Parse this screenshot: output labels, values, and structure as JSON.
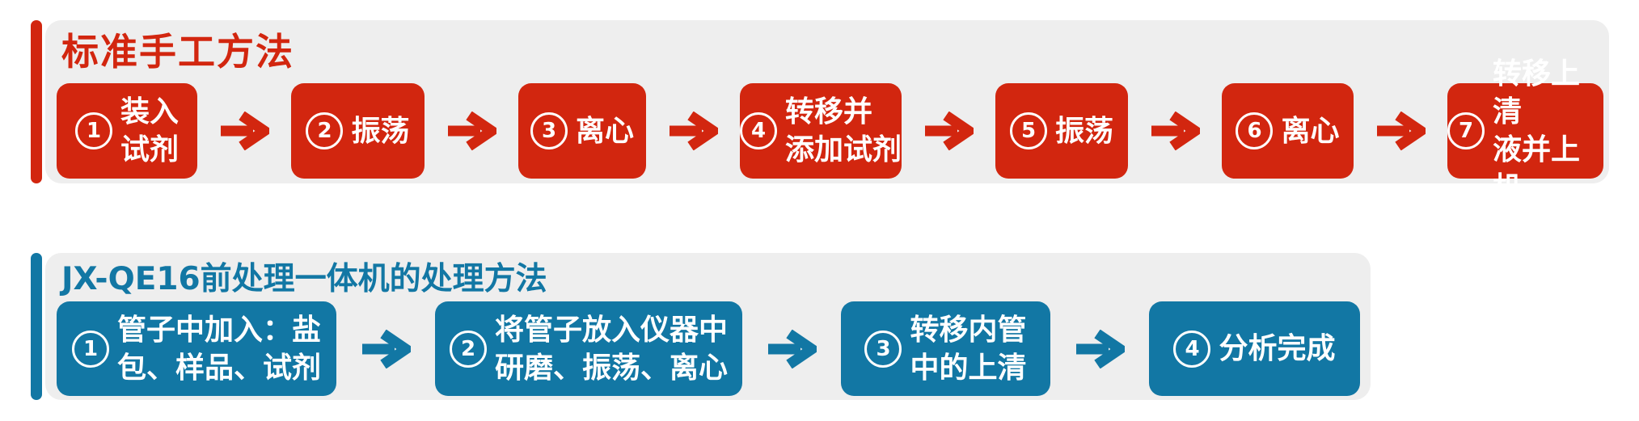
{
  "colors": {
    "manual_accent": "#d2260f",
    "machine_accent": "#1277a4",
    "panel_background": "#eeeeee",
    "step_text": "#ffffff"
  },
  "sections": [
    {
      "title": "标准手工方法",
      "steps": [
        {
          "num": "1",
          "lines": [
            "装入",
            "试剂"
          ]
        },
        {
          "num": "2",
          "lines": [
            "振荡"
          ]
        },
        {
          "num": "3",
          "lines": [
            "离心"
          ]
        },
        {
          "num": "4",
          "lines": [
            "转移并",
            "添加试剂"
          ]
        },
        {
          "num": "5",
          "lines": [
            "振荡"
          ]
        },
        {
          "num": "6",
          "lines": [
            "离心"
          ]
        },
        {
          "num": "7",
          "lines": [
            "转移上清",
            "液并上机"
          ]
        }
      ]
    },
    {
      "title": "JX-QE16前处理一体机的处理方法",
      "steps": [
        {
          "num": "1",
          "lines": [
            "管子中加入：盐",
            "包、样品、试剂"
          ]
        },
        {
          "num": "2",
          "lines": [
            "将管子放入仪器中",
            "研磨、振荡、离心"
          ]
        },
        {
          "num": "3",
          "lines": [
            "转移内管",
            "中的上清"
          ]
        },
        {
          "num": "4",
          "lines": [
            "分析完成"
          ]
        }
      ]
    }
  ]
}
